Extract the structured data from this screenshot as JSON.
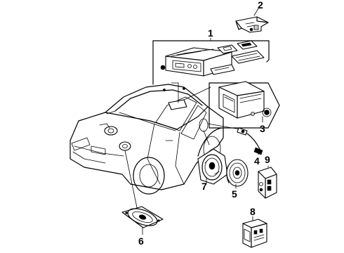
{
  "callouts": {
    "c1": "1",
    "c2": "2",
    "c3": "3",
    "c4": "4",
    "c5": "5",
    "c6": "6",
    "c7": "7",
    "c8": "8",
    "c9": "9"
  },
  "colors": {
    "ink": "#000000",
    "background": "#ffffff",
    "shade": "#cfcfcf"
  },
  "parts": [
    {
      "callout": "1",
      "depicts": "radio-receiver-assembly"
    },
    {
      "callout": "2",
      "depicts": "mounting-bracket"
    },
    {
      "callout": "3",
      "depicts": "cd-changer-unit"
    },
    {
      "callout": "4",
      "depicts": "antenna-lead-connector"
    },
    {
      "callout": "5",
      "depicts": "door-speaker"
    },
    {
      "callout": "6",
      "depicts": "rear-oval-speaker"
    },
    {
      "callout": "7",
      "depicts": "tweeter-speaker"
    },
    {
      "callout": "8",
      "depicts": "amplifier-module"
    },
    {
      "callout": "9",
      "depicts": "speaker-bracket"
    }
  ]
}
